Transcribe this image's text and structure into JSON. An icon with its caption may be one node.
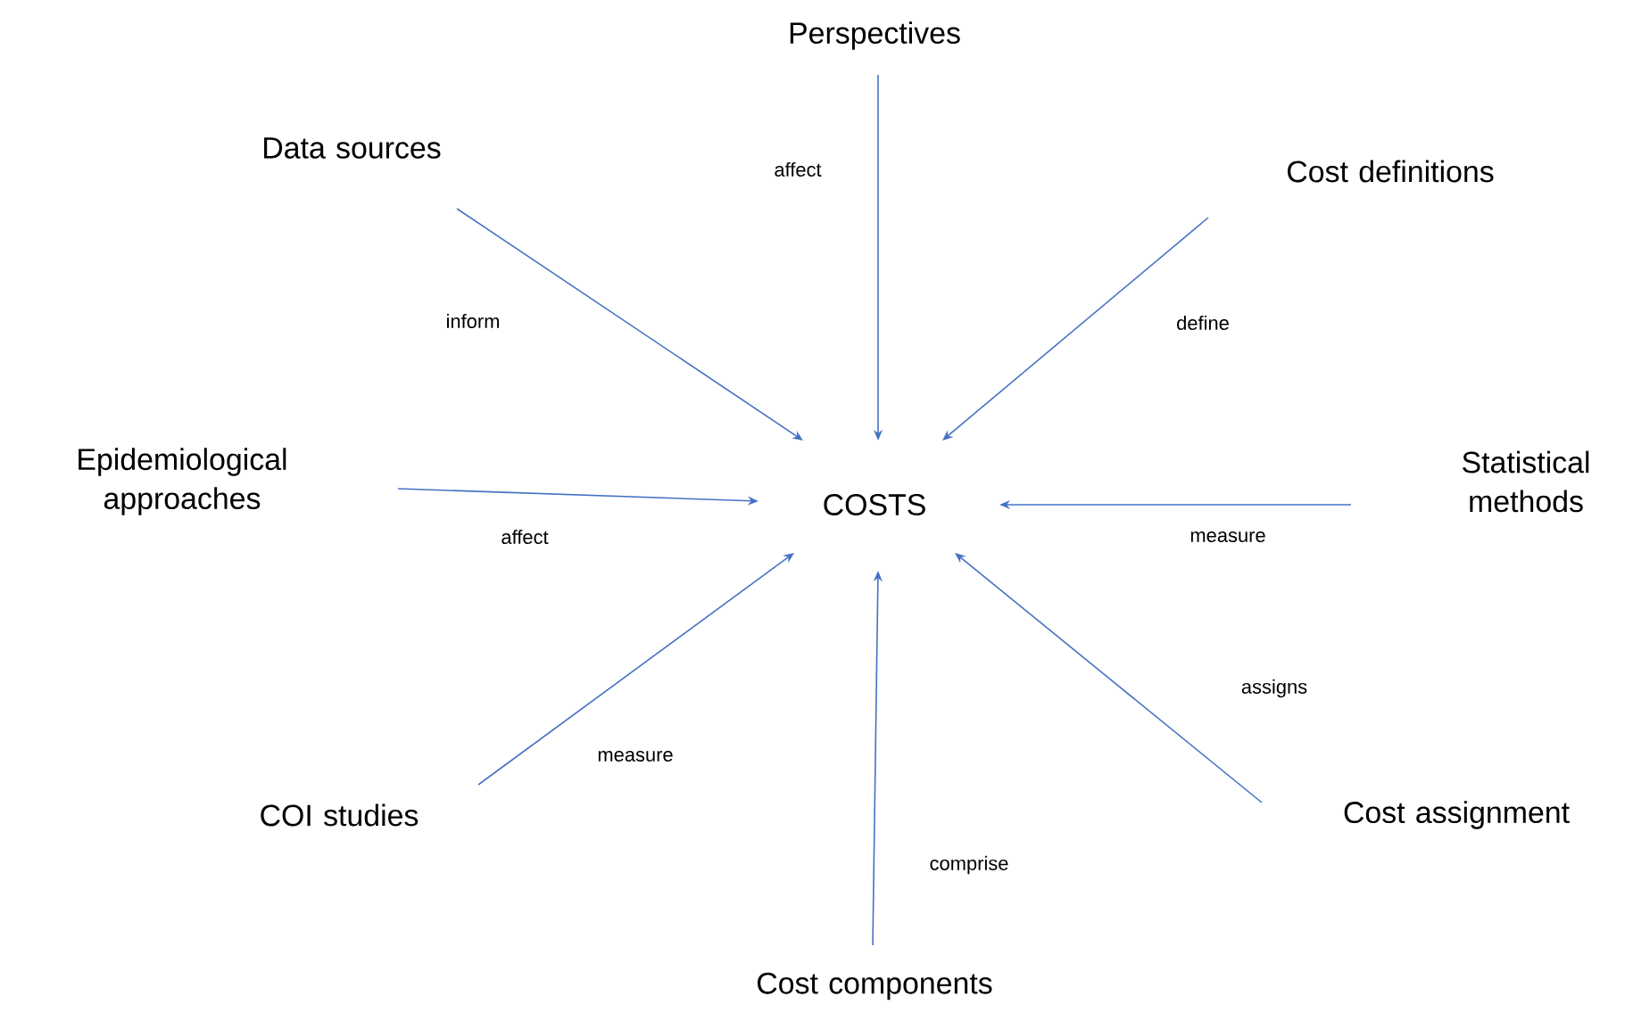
{
  "diagram": {
    "nodes": [
      {
        "text": [
          "COSTS"
        ]
      },
      {
        "text": [
          "Perspectives"
        ]
      },
      {
        "text": [
          "Data sources"
        ]
      },
      {
        "text": [
          "Cost definitions"
        ]
      },
      {
        "text": [
          "Epidemiological approaches"
        ]
      },
      {
        "text": [
          "Statistical methods"
        ]
      },
      {
        "text": [
          "COI studies"
        ]
      },
      {
        "text": [
          "Cost assignment"
        ]
      },
      {
        "text": [
          "Cost components"
        ]
      }
    ],
    "edges": [
      {
        "from": 1,
        "to": 0,
        "arrow": "to",
        "label": "affect"
      },
      {
        "from": 2,
        "to": 0,
        "arrow": "to",
        "label": "inform"
      },
      {
        "from": 3,
        "to": 0,
        "arrow": "to",
        "label": "define"
      },
      {
        "from": 4,
        "to": 0,
        "arrow": "to",
        "label": "affect"
      },
      {
        "from": 5,
        "to": 0,
        "arrow": "to",
        "label": "measure"
      },
      {
        "from": 6,
        "to": 0,
        "arrow": "to",
        "label": "measure"
      },
      {
        "from": 7,
        "to": 0,
        "arrow": "to",
        "label": "assigns"
      },
      {
        "from": 8,
        "to": 0,
        "arrow": "to",
        "label": "comprise"
      }
    ]
  }
}
